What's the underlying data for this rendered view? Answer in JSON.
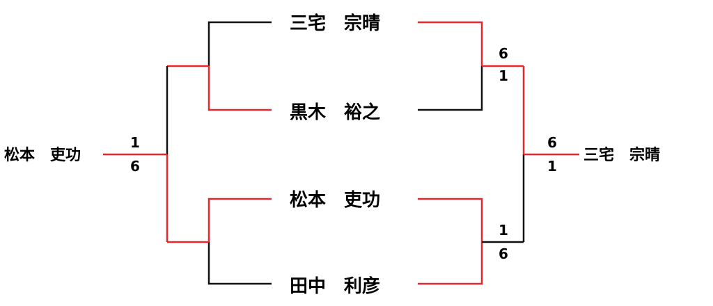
{
  "colors": {
    "winner_line": "#e8262b",
    "loser_line": "#111111",
    "text": "#000000"
  },
  "players": [
    {
      "name": "三宅　宗晴"
    },
    {
      "name": "黒木　裕之"
    },
    {
      "name": "松本　吏功"
    },
    {
      "name": "田中　利彦"
    }
  ],
  "left_side": {
    "name": "松本　吏功",
    "score_top": "1",
    "score_bottom": "6"
  },
  "right_side": {
    "name": "三宅　宗晴",
    "score_top": "6",
    "score_bottom": "1"
  },
  "right_upper_match": {
    "score_top": "6",
    "score_bottom": "1"
  },
  "right_lower_match": {
    "score_top": "1",
    "score_bottom": "6"
  }
}
